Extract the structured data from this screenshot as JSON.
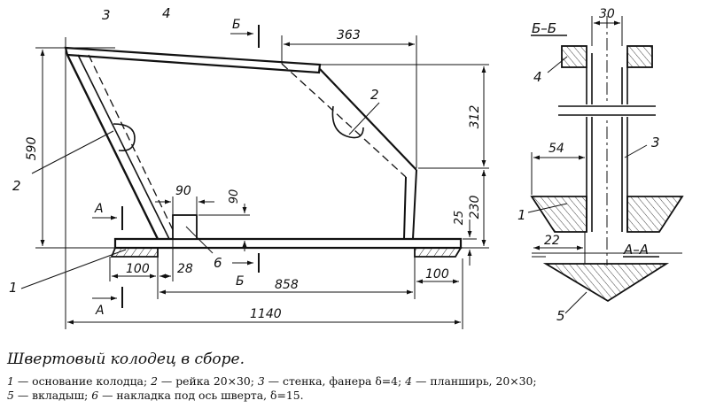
{
  "drawing": {
    "part_numbers": [
      "1",
      "2",
      "3",
      "4",
      "5",
      "6"
    ],
    "section_labels": {
      "bb": "Б–Б",
      "aa": "А–А",
      "cut_b": "Б",
      "cut_a": "А"
    },
    "dimensions": {
      "overall_length": "1140",
      "inner_length": "858",
      "end_left": "100",
      "end_right": "100",
      "offset_28": "28",
      "top_363": "363",
      "height_590": "590",
      "height_312": "312",
      "height_230": "230",
      "height_25": "25",
      "pad_w": "90",
      "pad_h": "90",
      "sect_30": "30",
      "sect_54": "54",
      "sect_22": "22"
    }
  },
  "caption": {
    "title": "Швертовый колодец в сборе.",
    "legend": [
      {
        "num": "1",
        "text": " — основание колодца; "
      },
      {
        "num": "2",
        "text": " — рейка 20×30; "
      },
      {
        "num": "3",
        "text": " — стенка, фанера δ=4; "
      },
      {
        "num": "4",
        "text": " — планширь, 20×30;"
      },
      {
        "num": "5",
        "text": " — вкладыш; "
      },
      {
        "num": "6",
        "text": " — накладка под ось шверта, δ=15."
      }
    ]
  }
}
